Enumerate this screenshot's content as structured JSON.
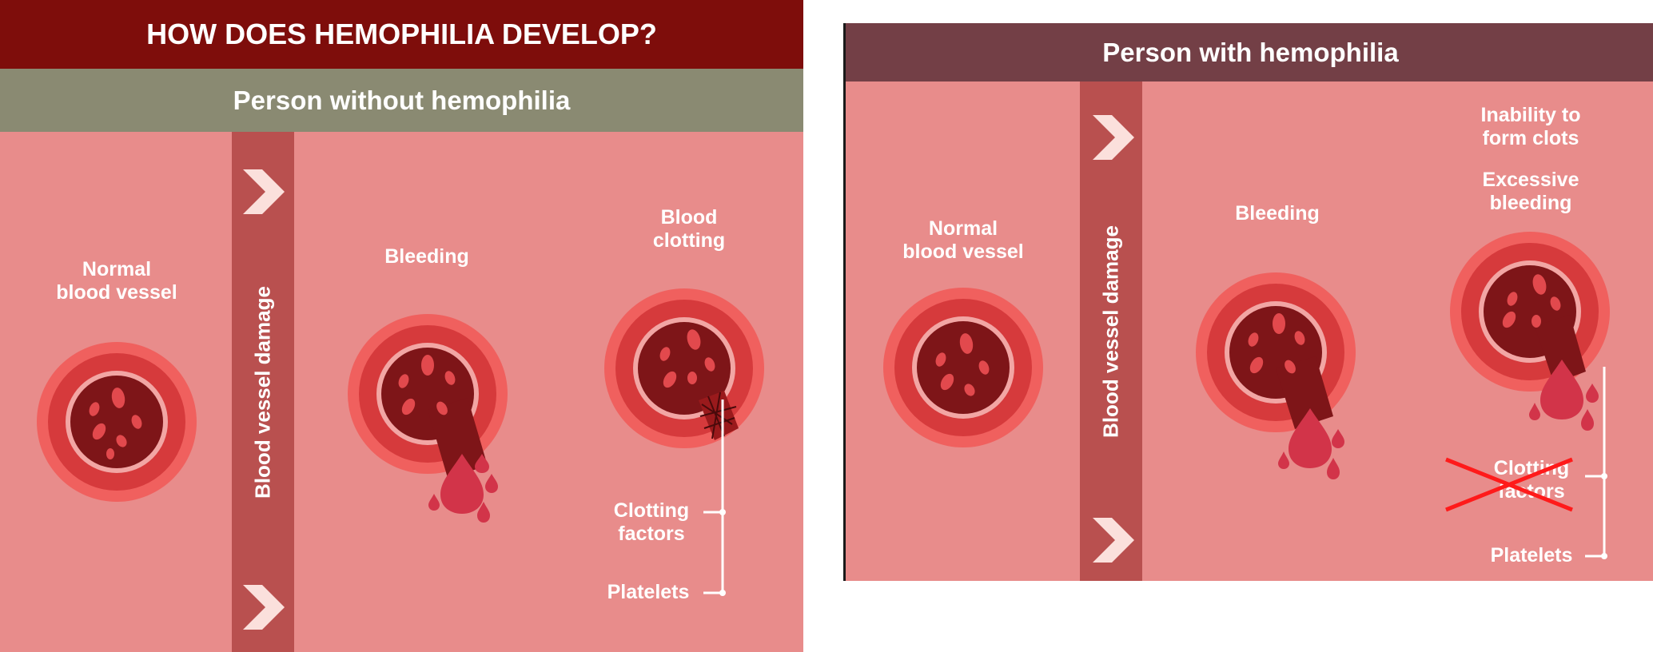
{
  "left_panel": {
    "title": "HOW DOES HEMOPHILIA DEVELOP?",
    "subtitle": "Person without hemophilia",
    "damage_label": "Blood vessel damage",
    "normal_vessel": [
      "Normal",
      "blood vessel"
    ],
    "bleeding": "Bleeding",
    "blood_clotting": [
      "Blood",
      "clotting"
    ],
    "clotting_factors": [
      "Clotting",
      "factors"
    ],
    "platelets": "Platelets"
  },
  "right_panel": {
    "subtitle": "Person with hemophilia",
    "damage_label": "Blood vessel damage",
    "normal_vessel": [
      "Normal",
      "blood vessel"
    ],
    "bleeding": "Bleeding",
    "inability": [
      "Inability to",
      "form clots"
    ],
    "excessive": [
      "Excessive",
      "bleeding"
    ],
    "clotting_factors": [
      "Clotting",
      "factors"
    ],
    "platelets": "Platelets"
  },
  "colors": {
    "background": "#e88c8b",
    "title_bar": "#7e0d0b",
    "without_bar": "#8a8a72",
    "with_bar": "#733f46",
    "damage_column": "#b9504f",
    "vessel_wall": "#d63a3c",
    "vessel_inner": "#7e1518",
    "blood_drop": "#d23449",
    "cross_out": "#ff1a1a"
  },
  "icons": [
    "chevron-right-icon",
    "blood-vessel-icon",
    "blood-drop-icon",
    "clot-mesh-icon",
    "cross-out-icon"
  ]
}
